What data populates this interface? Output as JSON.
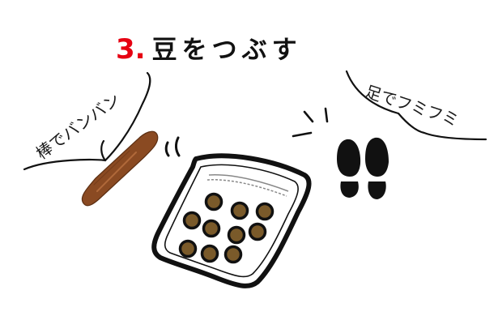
{
  "title": {
    "step_number": "3.",
    "step_text": "豆をつぶす"
  },
  "speech_left": {
    "text": "棒でバンバン"
  },
  "speech_right": {
    "text": "足でフミフミ"
  },
  "colors": {
    "accent_red": "#e60012",
    "outline": "#111111",
    "pestle_brown": "#8a4a22",
    "bean_brown": "#7a5a2a"
  },
  "icons": {
    "pestle": "wooden-pestle-icon",
    "bag": "zip-bag-icon",
    "footprints": "footprints-icon",
    "bean": "bean-icon"
  },
  "bean_count": 10
}
